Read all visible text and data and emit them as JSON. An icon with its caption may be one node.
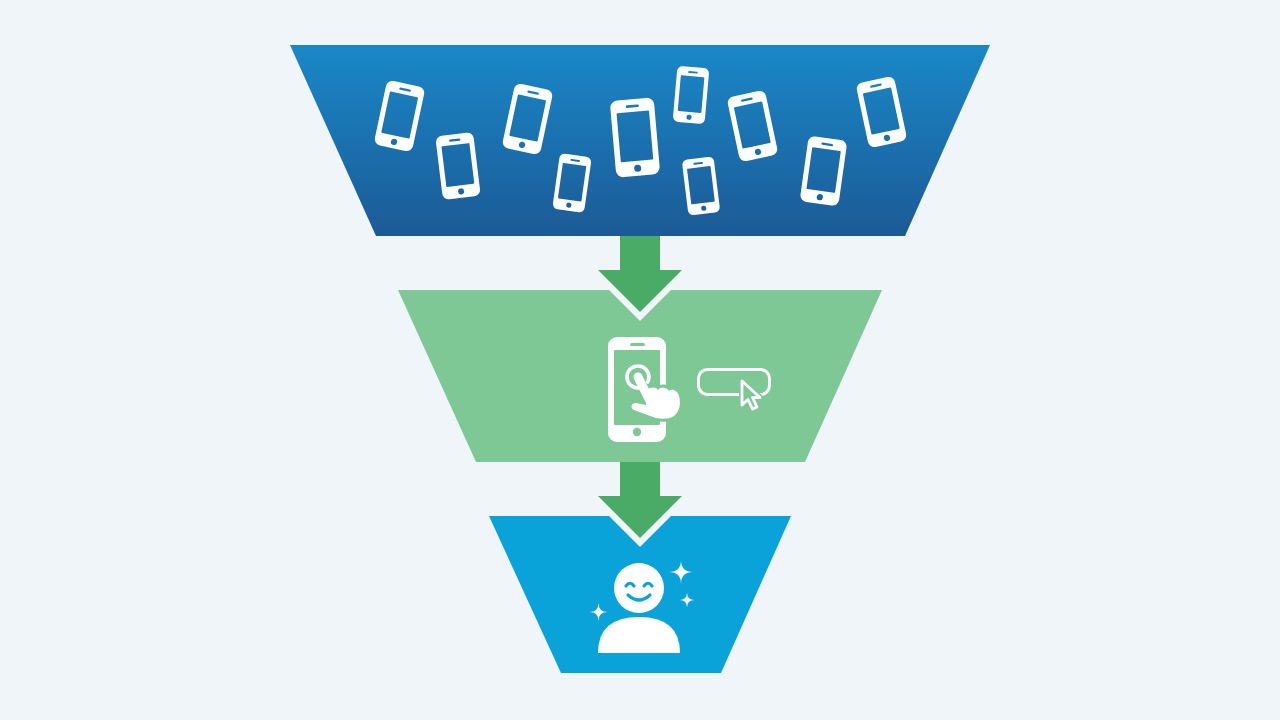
{
  "diagram": {
    "nodes": [
      {
        "text": [],
        "shape": "trapezoid"
      },
      {
        "text": [],
        "shape": "trapezoid"
      },
      {
        "text": [],
        "shape": "trapezoid"
      }
    ],
    "edges": [
      {
        "from": 0,
        "to": 1,
        "arrow": "to"
      },
      {
        "from": 1,
        "to": 2,
        "arrow": "to"
      }
    ]
  }
}
